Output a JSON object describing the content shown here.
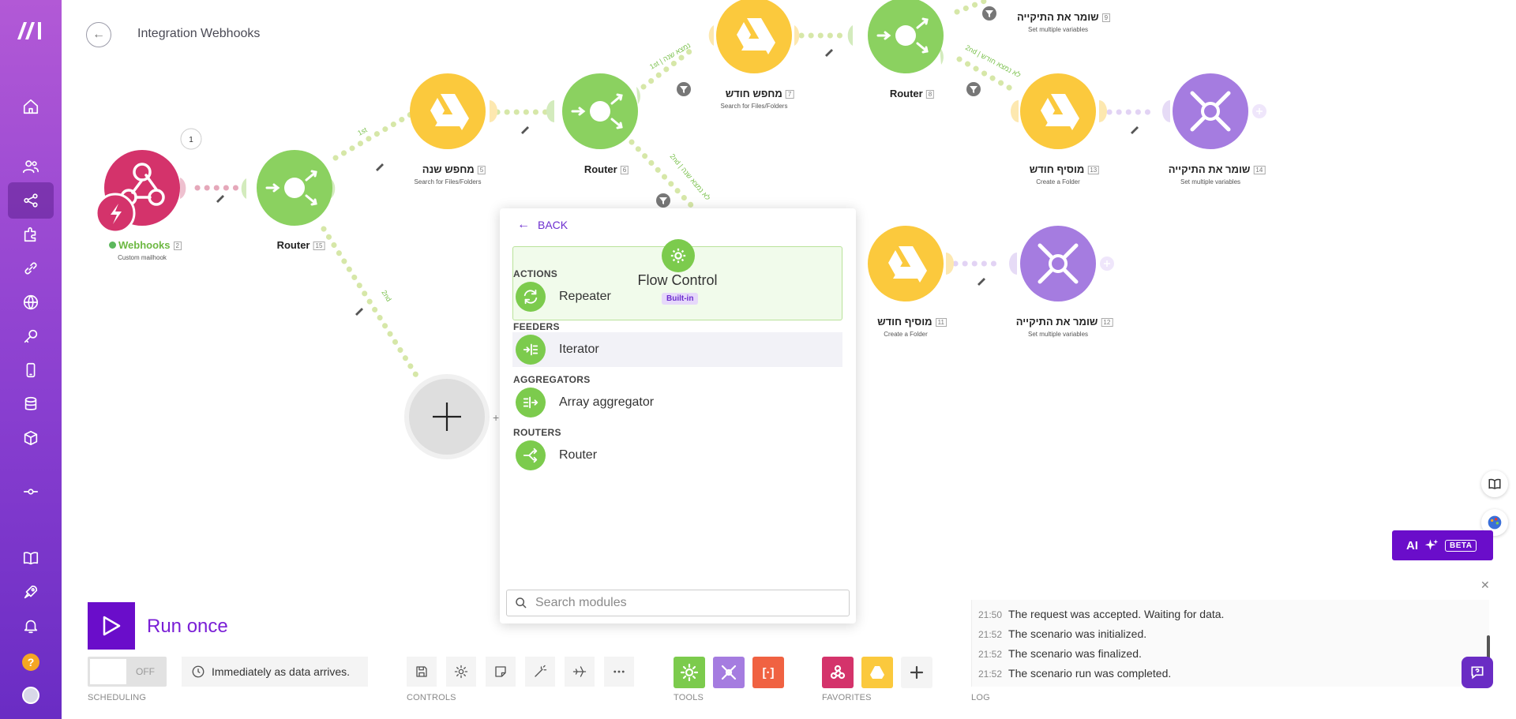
{
  "header": {
    "title": "Integration Webhooks"
  },
  "sidebar": {
    "items": [
      "home-icon",
      "team-icon",
      "scenarios-icon",
      "templates-icon",
      "connections-icon",
      "webhooks-icon",
      "keys-icon",
      "devices-icon",
      "data-stores-icon",
      "data-structures-icon",
      "flow-icon",
      "docs-icon",
      "rocket-icon",
      "notifications-icon",
      "help-icon",
      "avatar"
    ]
  },
  "canvas": {
    "nodes": [
      {
        "name": "Webhooks",
        "num": "2",
        "sub": "Custom mailhook",
        "badge": "1"
      },
      {
        "name": "Router",
        "num": "15",
        "sub": ""
      },
      {
        "name": "מחפש שנה",
        "num": "5",
        "sub": "Search for Files/Folders"
      },
      {
        "name": "Router",
        "num": "6",
        "sub": ""
      },
      {
        "name": "מחפש חודש",
        "num": "7",
        "sub": "Search for Files/Folders"
      },
      {
        "name": "Router",
        "num": "8",
        "sub": ""
      },
      {
        "name": "שומר את התיקייה",
        "num": "9",
        "sub": "Set multiple variables"
      },
      {
        "name": "מוסיף חודש",
        "num": "13",
        "sub": "Create a Folder"
      },
      {
        "name": "שומר את התיקייה",
        "num": "14",
        "sub": "Set multiple variables"
      },
      {
        "name": "מוסיף חודש",
        "num": "11",
        "sub": "Create a Folder"
      },
      {
        "name": "שומר את התיקייה",
        "num": "12",
        "sub": "Set multiple variables"
      }
    ],
    "routes": [
      "1st",
      "2nd",
      "1st | נמצא שנה",
      "2nd | לא נמצא שנה",
      "2nd | לא נמצא חודש"
    ]
  },
  "picker": {
    "back": "BACK",
    "app_name": "Flow Control",
    "app_badge": "Built-in",
    "sections": {
      "actions": "ACTIONS",
      "feeders": "FEEDERS",
      "aggregators": "AGGREGATORS",
      "routers": "ROUTERS"
    },
    "modules": {
      "repeater": "Repeater",
      "iterator": "Iterator",
      "array_aggregator": "Array aggregator",
      "router": "Router"
    },
    "search_placeholder": "Search modules"
  },
  "toolbar": {
    "run_label": "Run once",
    "toggle_state": "OFF",
    "schedule_text": "Immediately as data arrives.",
    "captions": {
      "scheduling": "SCHEDULING",
      "controls": "CONTROLS",
      "tools": "TOOLS",
      "favorites": "FAVORITES",
      "log": "LOG"
    },
    "tools_bracket": "[·]"
  },
  "log": {
    "entries": [
      {
        "time": "21:50",
        "text": "The request was accepted. Waiting for data."
      },
      {
        "time": "21:52",
        "text": "The scenario was initialized."
      },
      {
        "time": "21:52",
        "text": "The scenario was finalized."
      },
      {
        "time": "21:52",
        "text": "The scenario run was completed."
      }
    ]
  },
  "ai": {
    "label": "AI",
    "beta": "BETA"
  },
  "colors": {
    "purple": "#6a0dca",
    "router_green": "#8bd160",
    "drive_yellow": "#fbc93d",
    "tools_purple": "#a57ce0",
    "webhook_red": "#d4336b"
  }
}
